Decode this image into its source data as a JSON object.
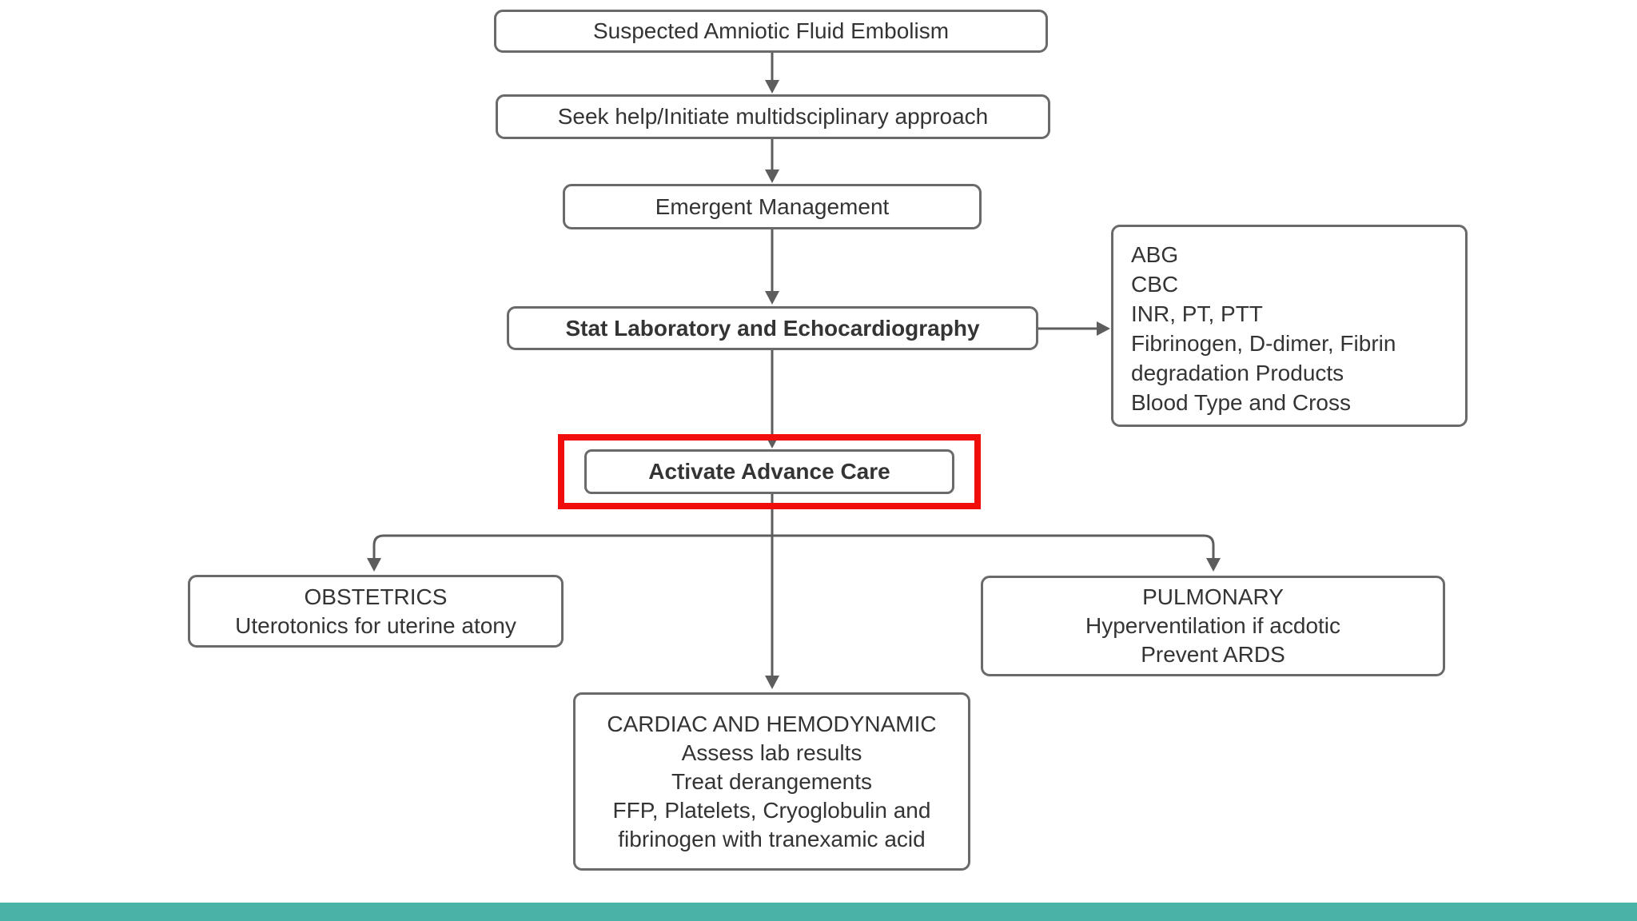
{
  "colors": {
    "highlight_red": "#f20d0d",
    "accent_teal": "#4bb2a8",
    "box_border_gray": "#6a6a6a",
    "connector_gray": "#5d5d5d",
    "text": "#343434"
  },
  "flowchart": {
    "title_node": "Suspected Amniotic Fluid Embolism",
    "nodes": {
      "suspected": {
        "label": "Suspected Amniotic Fluid Embolism"
      },
      "seek_help": {
        "label": "Seek help/Initiate multidsciplinary approach"
      },
      "emergent": {
        "label": "Emergent Management"
      },
      "stat_lab": {
        "label": "Stat Laboratory and Echocardiography"
      },
      "labs": {
        "lines": [
          "ABG",
          "CBC",
          "INR, PT, PTT",
          "Fibrinogen, D-dimer, Fibrin degradation Products",
          "Blood Type and Cross"
        ]
      },
      "activate": {
        "label": "Activate Advance Care"
      },
      "obstetrics": {
        "title": "OBSTETRICS",
        "line1": "Uterotonics for uterine atony"
      },
      "pulmonary": {
        "title": "PULMONARY",
        "line1": "Hyperventilation if acdotic",
        "line2": "Prevent ARDS"
      },
      "cardiac": {
        "title": "CARDIAC AND HEMODYNAMIC",
        "line1": "Assess lab results",
        "line2": "Treat derangements",
        "line3": "FFP, Platelets, Cryoglobulin and fibrinogen with tranexamic acid"
      }
    }
  }
}
